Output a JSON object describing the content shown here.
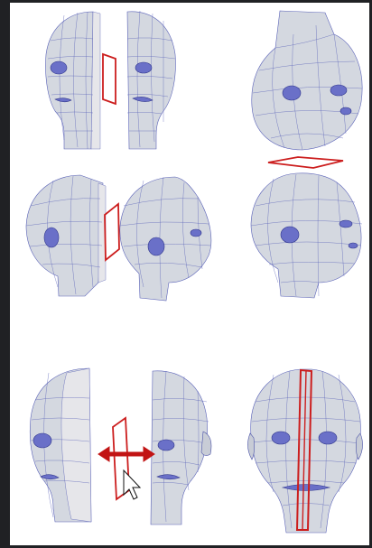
{
  "figure": {
    "background": "#ffffff",
    "page_background": "#202124",
    "mesh_stroke": "#5a62b8",
    "plane_color": "#cc1e1e",
    "panels": [
      {
        "name": "split-front-view",
        "row": 1,
        "col": 1,
        "icon": "head-mesh-split-icon"
      },
      {
        "name": "top-view-mirror",
        "row": 1,
        "col": 2,
        "icon": "head-mesh-top-icon"
      },
      {
        "name": "split-side-view",
        "row": 2,
        "col": 1,
        "icon": "head-mesh-side-icon"
      },
      {
        "name": "perspective-mirror",
        "row": 2,
        "col": 2,
        "icon": "head-mesh-perspective-icon"
      },
      {
        "name": "mirror-drag-view",
        "row": 3,
        "col": 1,
        "icon": "head-mesh-drag-icon"
      },
      {
        "name": "mirrored-result",
        "row": 3,
        "col": 2,
        "icon": "head-mesh-result-icon"
      }
    ]
  }
}
